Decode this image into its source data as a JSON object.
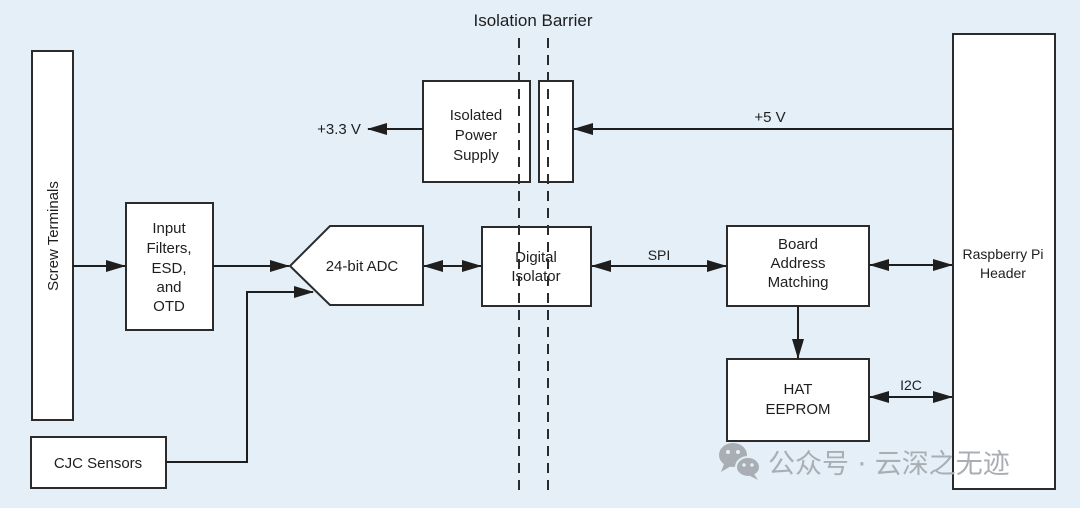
{
  "diagram": {
    "title": "Isolation Barrier",
    "blocks": {
      "screw_terminals": "Screw Terminals",
      "input_filters": [
        "Input",
        "Filters,",
        "ESD,",
        "and",
        "OTD"
      ],
      "adc": "24-bit ADC",
      "cjc": "CJC Sensors",
      "power_supply": [
        "Isolated",
        "Power",
        "Supply"
      ],
      "digital_isolator": [
        "Digital",
        "Isolator"
      ],
      "board_address": [
        "Board",
        "Address",
        "Matching"
      ],
      "hat_eeprom": [
        "HAT",
        "EEPROM"
      ],
      "rpi_header": [
        "Raspberry Pi",
        "Header"
      ]
    },
    "signals": {
      "v33": "+3.3 V",
      "v5": "+5 V",
      "spi": "SPI",
      "i2c": "I2C"
    },
    "watermark": {
      "icon": "wechat-icon",
      "text": "公众号 · 云深之无迹"
    },
    "colors": {
      "background": "#e4eff8",
      "box_fill": "#ffffff",
      "line": "#1e1e1e",
      "watermark": "#a9aeb4"
    }
  }
}
